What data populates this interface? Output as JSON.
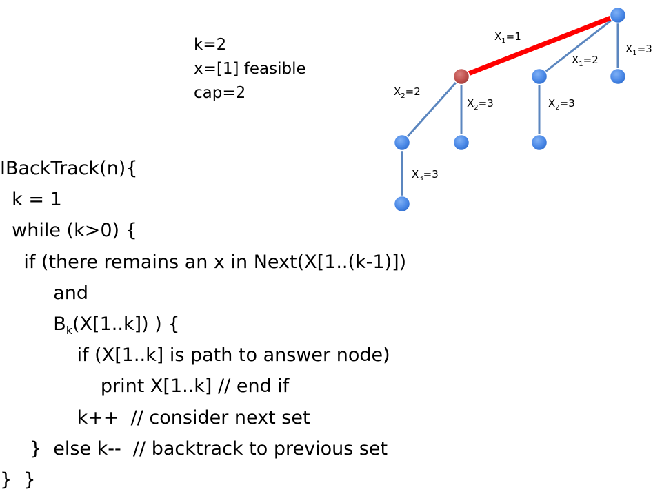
{
  "tree": {
    "colors": {
      "edge": "#5b86bf",
      "active_edge": "#ff0000",
      "node": "#4a88e6",
      "active_node": "#c0504d"
    },
    "nodes": [
      {
        "id": "root",
        "active": false
      },
      {
        "id": "x1_1",
        "active": true
      },
      {
        "id": "x1_2",
        "active": false
      },
      {
        "id": "x1_3",
        "active": false
      },
      {
        "id": "x1_1_x2_2",
        "active": false
      },
      {
        "id": "x1_1_x2_3",
        "active": false
      },
      {
        "id": "x1_2_x2_3",
        "active": false
      },
      {
        "id": "x1_1_x2_2_x3_3",
        "active": false
      }
    ],
    "edges": [
      {
        "from": "root",
        "to": "x1_1",
        "var": "X",
        "sub": "1",
        "rest": "=1",
        "active": true
      },
      {
        "from": "root",
        "to": "x1_2",
        "var": "X",
        "sub": "1",
        "rest": "=2",
        "active": false
      },
      {
        "from": "root",
        "to": "x1_3",
        "var": "X",
        "sub": "1",
        "rest": "=3",
        "active": false
      },
      {
        "from": "x1_1",
        "to": "x1_1_x2_2",
        "var": "X",
        "sub": "2",
        "rest": "=2",
        "active": false
      },
      {
        "from": "x1_1",
        "to": "x1_1_x2_3",
        "var": "X",
        "sub": "2",
        "rest": "=3",
        "active": false
      },
      {
        "from": "x1_2",
        "to": "x1_2_x2_3",
        "var": "X",
        "sub": "2",
        "rest": "=3",
        "active": false
      },
      {
        "from": "x1_1_x2_2",
        "to": "x1_1_x2_2_x3_3",
        "var": "X",
        "sub": "3",
        "rest": "=3",
        "active": false
      }
    ]
  },
  "status": {
    "k": "k=2",
    "x": "x=[1] feasible",
    "cap": "cap=2"
  },
  "code": {
    "l1": "IBackTrack(n){",
    "l2": "  k = 1",
    "l3": "  while (k>0) {",
    "l4": "    if (there remains an x in Next(X[1..(k-1)])",
    "l5": "         and",
    "l6_a": "         B",
    "l6_sub": "k",
    "l6_b": "(X[1..k]) ) {",
    "l7": "             if (X[1..k] is path to answer node)",
    "l8": "                 print X[1..k] // end if",
    "l9": "             k++  // consider next set",
    "l10": "     }  else k--  // backtrack to previous set",
    "l11": "}  }"
  }
}
